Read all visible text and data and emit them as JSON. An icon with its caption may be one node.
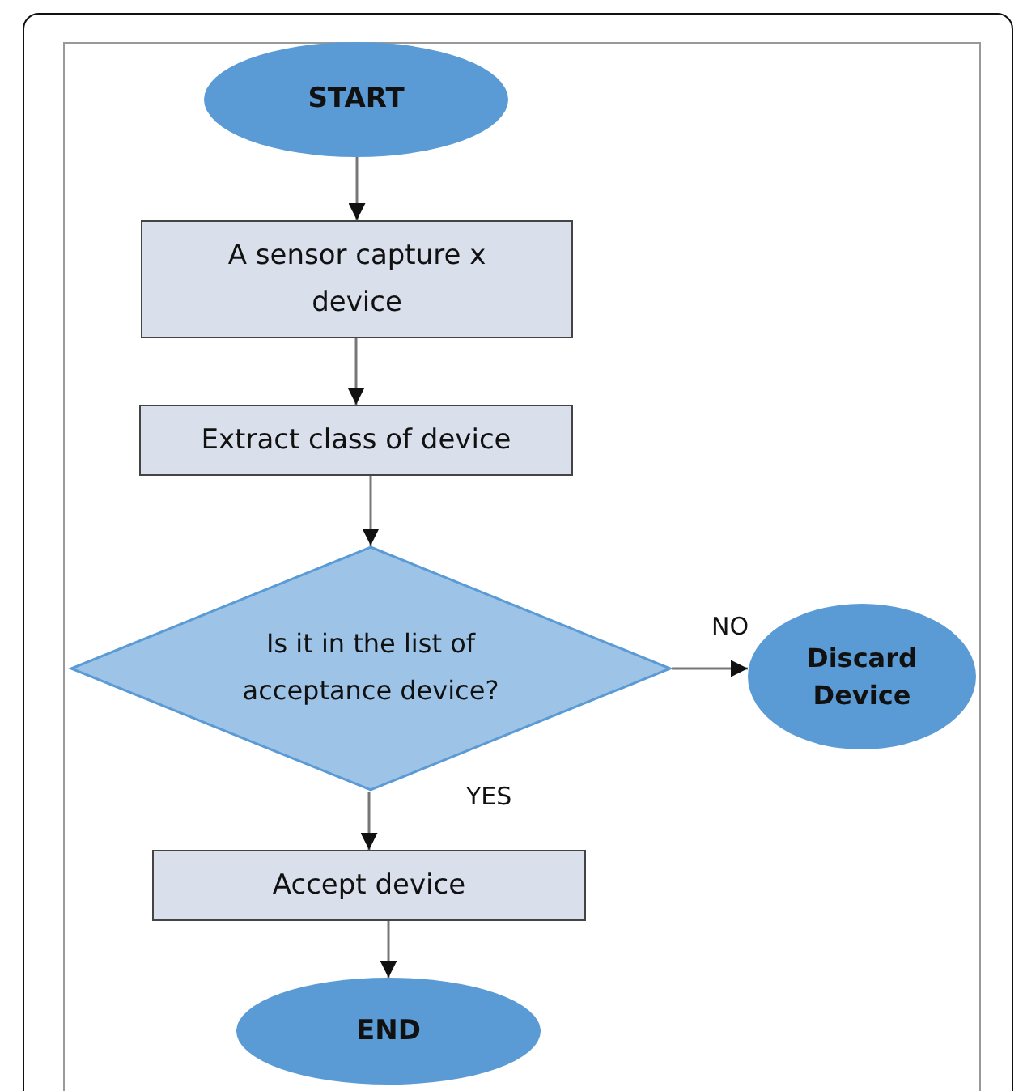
{
  "diagram": {
    "nodes": [
      {
        "text": [
          "START"
        ]
      },
      {
        "text": [
          "A sensor capture x device"
        ]
      },
      {
        "text": [
          "Extract class of device"
        ]
      },
      {
        "text": [
          "Is it in the list of acceptance device?"
        ]
      },
      {
        "text": [
          "Discard Device"
        ]
      },
      {
        "text": [
          "Accept device"
        ]
      },
      {
        "text": [
          "END"
        ]
      }
    ],
    "edges": [
      {
        "from": 0,
        "to": 1,
        "arrow": "to"
      },
      {
        "from": 1,
        "to": 2,
        "arrow": "to"
      },
      {
        "from": 2,
        "to": 3,
        "arrow": "to"
      },
      {
        "from": 3,
        "to": 4,
        "arrow": "to",
        "label": "NO"
      },
      {
        "from": 3,
        "to": 5,
        "arrow": "to",
        "label": "YES"
      },
      {
        "from": 5,
        "to": 6,
        "arrow": "to"
      }
    ]
  }
}
